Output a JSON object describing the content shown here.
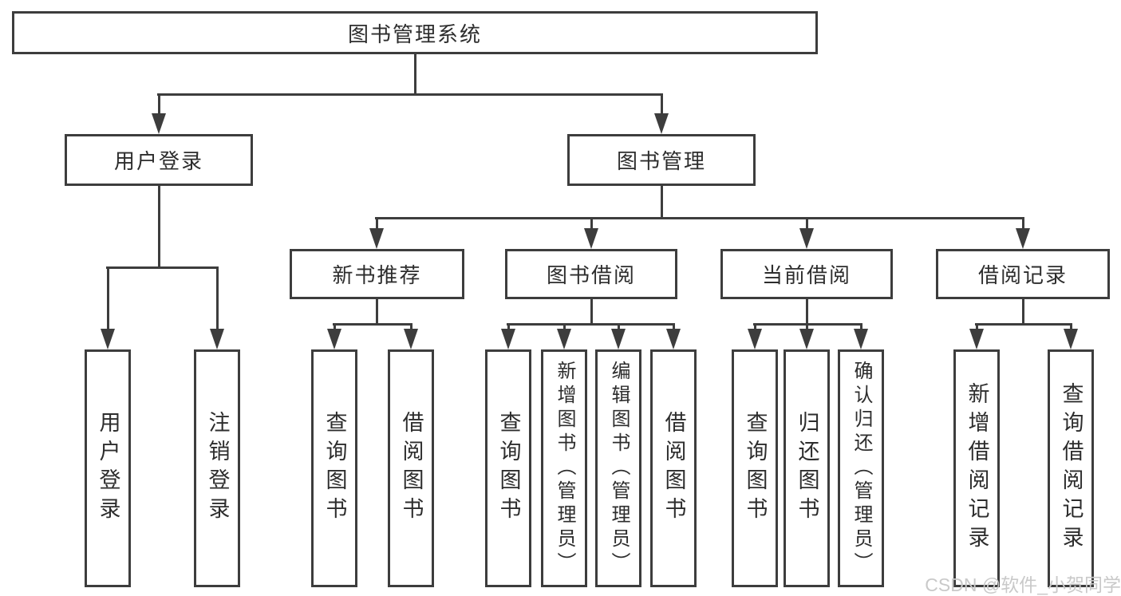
{
  "nodes": {
    "root": "图书管理系统",
    "user_login": "用户登录",
    "book_management": "图书管理",
    "new_book_recommend": "新书推荐",
    "book_borrowing": "图书借阅",
    "current_borrowing": "当前借阅",
    "borrowing_records": "借阅记录",
    "leaves": {
      "user_login": "用户登录",
      "logout": "注销登录",
      "recommend_query_books": "查询图书",
      "recommend_borrow_books": "借阅图书",
      "borrowing_query_books": "查询图书",
      "borrowing_add_books_admin": "新增图书（管理员）",
      "borrowing_edit_books_admin": "编辑图书（管理员）",
      "borrowing_borrow_books": "借阅图书",
      "current_query_books": "查询图书",
      "current_return_books": "归还图书",
      "current_confirm_return_admin": "确认归还（管理员）",
      "records_add_record": "新增借阅记录",
      "records_query_record": "查询借阅记录"
    }
  },
  "watermark": "CSDN @软件_小贺同学",
  "colors": {
    "line": "#3d3d3d",
    "text": "#2d2d2d",
    "watermark": "#c9c9c9",
    "bg": "#ffffff"
  }
}
